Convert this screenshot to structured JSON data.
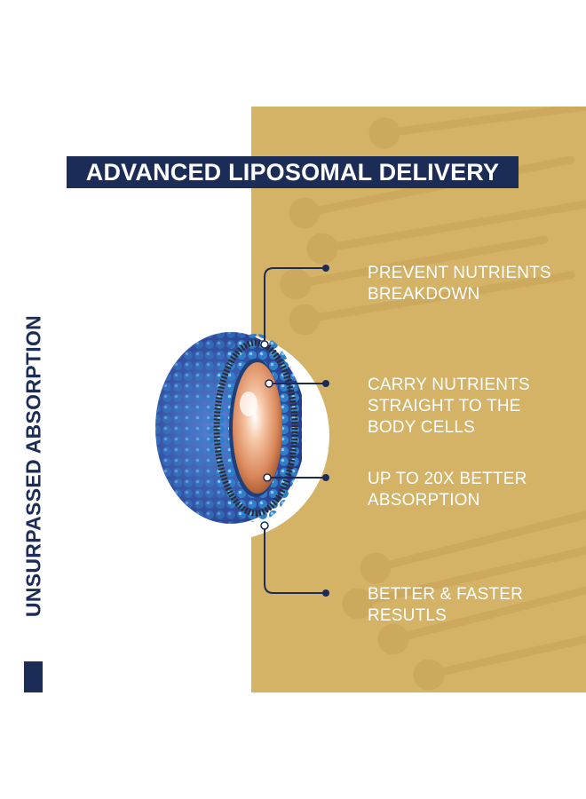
{
  "title": "ADVANCED LIPOSOMAL DELIVERY",
  "side_label": "UNSURPASSED ABSORPTION",
  "benefits": [
    {
      "line1": "PREVENT NUTRIENTS",
      "line2": "BREAKDOWN"
    },
    {
      "line1": "CARRY NUTRIENTS",
      "line2": "STRAIGHT TO THE",
      "line3": "BODY CELLS"
    },
    {
      "line1": "UP TO 20X BETTER",
      "line2": "ABSORPTION"
    },
    {
      "line1": "BETTER & FASTER",
      "line2": "RESUTLS"
    }
  ],
  "colors": {
    "navy": "#1b2d57",
    "gold": "#d4b266",
    "liposome_blue": "#2f7fc8",
    "core_orange": "#e89a6a"
  },
  "icons": [
    "liposome-illustration"
  ]
}
